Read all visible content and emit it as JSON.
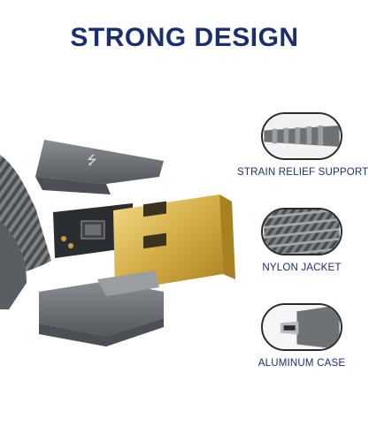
{
  "title": "STRONG DESIGN",
  "features": [
    {
      "label": "STRAIN RELIEF SUPPORT",
      "icon": "strain-relief-icon"
    },
    {
      "label": "NYLON JACKET",
      "icon": "nylon-braid-icon"
    },
    {
      "label": "ALUMINUM CASE",
      "icon": "mini-usb-connector-icon"
    }
  ],
  "colors": {
    "title": "#1b2f6e",
    "label": "#1b2f6e",
    "housing": "#6f7377",
    "gold": "#d8b34a",
    "pcb": "#2a2d31"
  }
}
